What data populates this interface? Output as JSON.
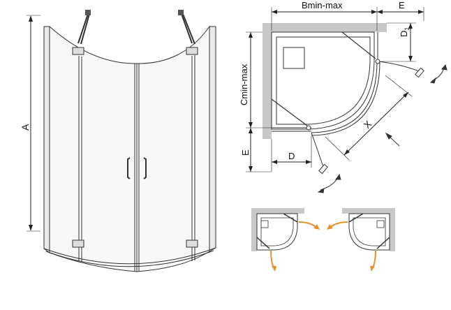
{
  "dimension_labels": {
    "A": "A",
    "B": "Bmin-max",
    "C": "Cmin-max",
    "D_top": "D",
    "D_top_subscript": "1",
    "D_bottom": "D",
    "E_top": "E",
    "E_left": "E",
    "X": "X"
  },
  "colors": {
    "wall": "#c8c8c8",
    "line": "#222222",
    "glass": "#f4f4f4",
    "tray": "#ffffff",
    "arrow_orange": "#e8912c"
  },
  "icons": [
    "door-swing-arrow",
    "door-hinge",
    "door-handle",
    "ceiling-brace"
  ]
}
